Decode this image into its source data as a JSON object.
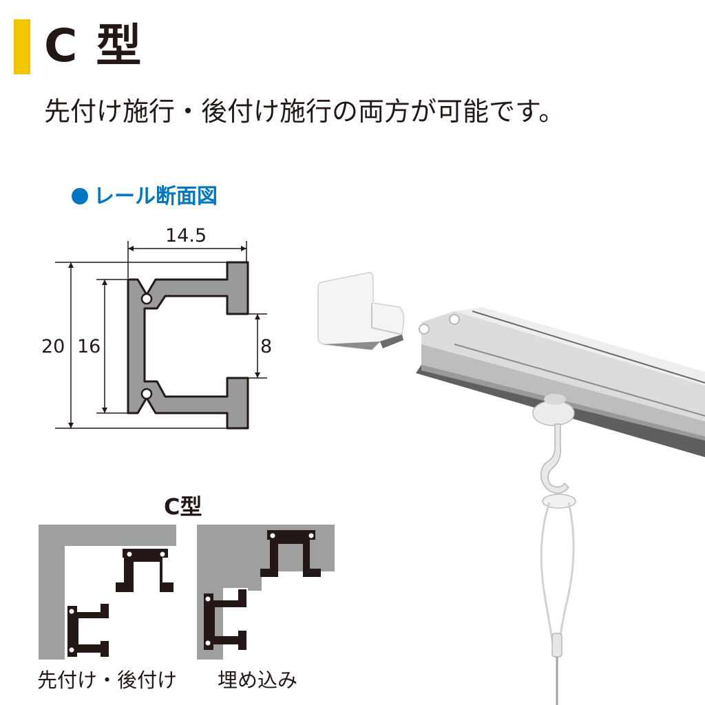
{
  "header": {
    "title": "C 型",
    "subtitle": "先付け施行・後付け施行の両方が可能です。"
  },
  "cross_section": {
    "heading": "レール断面図",
    "dims": {
      "width": "14.5",
      "height_outer": "20",
      "height_inner": "16",
      "opening": "8"
    }
  },
  "installation": {
    "label": "C型",
    "captions": [
      "先付け・後付け",
      "埋め込み"
    ]
  },
  "colors": {
    "accent_bar": "#f2c600",
    "heading_blue": "#0077c2",
    "profile_gray": "#9a9a9a",
    "wall_gray": "#9f9f9f"
  }
}
